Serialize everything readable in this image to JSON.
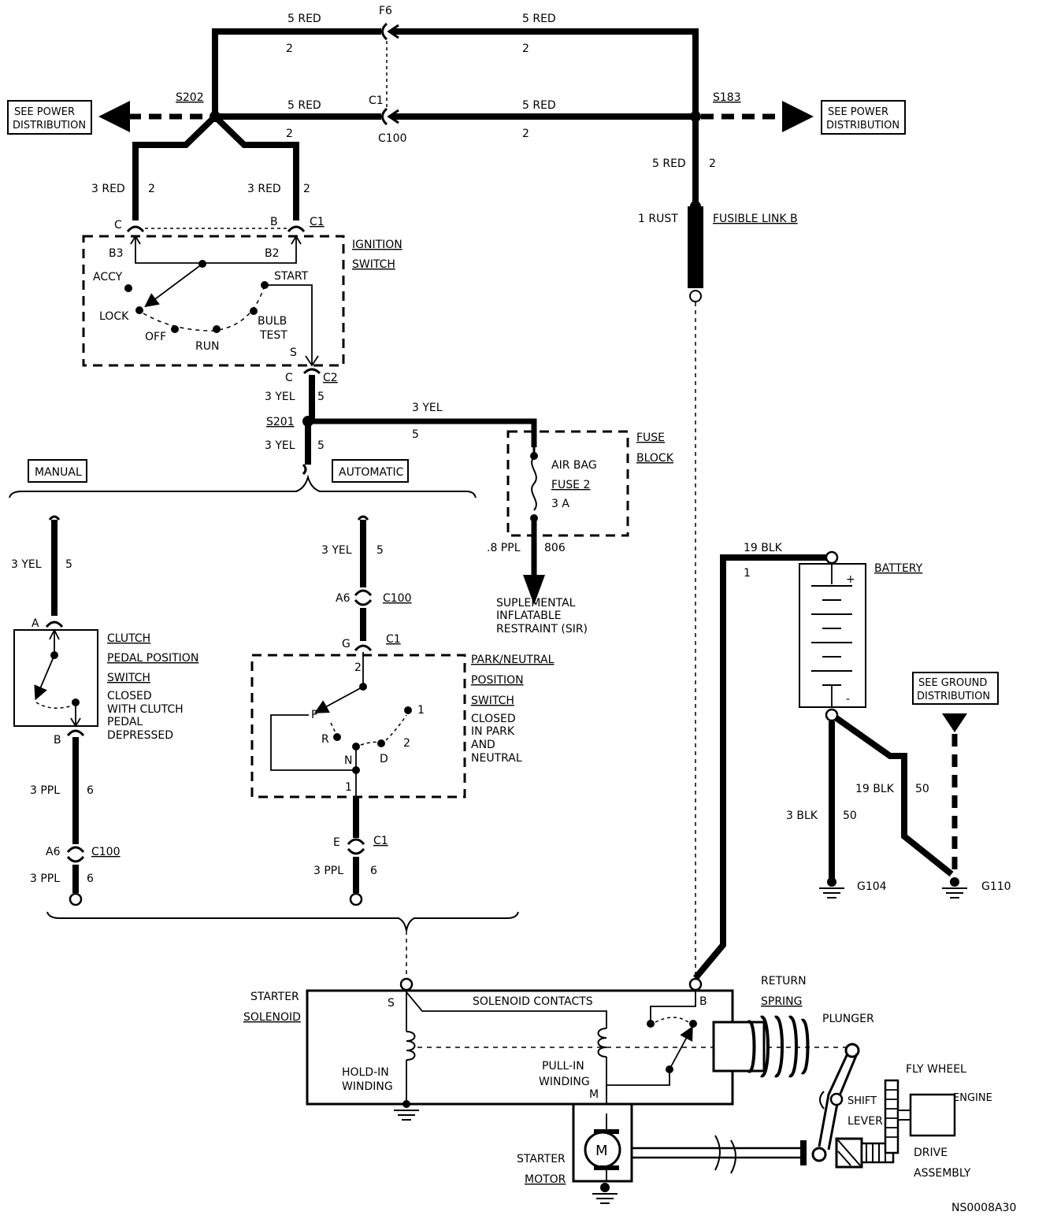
{
  "top": {
    "red5_left": "5 RED",
    "red5_right": "5 RED",
    "f6": "F6",
    "n2_left": "2",
    "n2_right": "2",
    "red5_mid_left": "5 RED",
    "red5_mid_right": "5 RED",
    "c1": "C1",
    "c100": "C100",
    "n2_mid_left": "2",
    "n2_mid_right": "2",
    "s202": "S202",
    "s183": "S183"
  },
  "power_left": {
    "line1": "SEE POWER",
    "line2": "DISTRIBUTION"
  },
  "power_right": {
    "line1": "SEE POWER",
    "line2": "DISTRIBUTION"
  },
  "fusible": {
    "wire": "5 RED",
    "wire_n": "2",
    "link_wire": "1 RUST",
    "link_label": "FUSIBLE LINK B"
  },
  "ign": {
    "wire_left": "3 RED",
    "n_left": "2",
    "wire_right": "3 RED",
    "n_right": "2",
    "pin_c": "C",
    "pin_b": "B",
    "conn_c1": "C1",
    "b3": "B3",
    "b2": "B2",
    "title1": "IGNITION",
    "title2": "SWITCH",
    "accy": "ACCY",
    "lock": "LOCK",
    "off": "OFF",
    "run": "RUN",
    "start": "START",
    "bulb": "BULB",
    "test": "TEST",
    "s": "S",
    "pin_c2": "C",
    "conn_c2": "C2"
  },
  "s201": {
    "wire_top": "3 YEL",
    "n_top": "5",
    "label": "S201",
    "wire_bot": "3 YEL",
    "n_bot": "5",
    "wire_right": "3 YEL",
    "n_right": "5"
  },
  "fuse_block": {
    "title1": "FUSE",
    "title2": "BLOCK",
    "fuse1": "AIR BAG",
    "fuse2": "FUSE 2",
    "amps": "3 A"
  },
  "sir": {
    "wire": ".8 PPL",
    "n": "806",
    "line1": "SUPLEMENTAL",
    "line2": "INFLATABLE",
    "line3": "RESTRAINT (SIR)"
  },
  "manual": {
    "tag": "MANUAL",
    "wire_top": "3 YEL",
    "n_top": "5",
    "pin_a": "A",
    "title1": "CLUTCH",
    "title2": "PEDAL POSITION",
    "title3": "SWITCH",
    "desc1": "CLOSED",
    "desc2": "WITH CLUTCH",
    "desc3": "PEDAL",
    "desc4": "DEPRESSED",
    "pin_b": "B",
    "wire_mid": "3 PPL",
    "n_mid": "6",
    "a6": "A6",
    "c100": "C100",
    "wire_bot": "3 PPL",
    "n_bot": "6"
  },
  "automatic": {
    "tag": "AUTOMATIC",
    "wire_top": "3 YEL",
    "n_top": "5",
    "a6": "A6",
    "c100": "C100",
    "pin_g": "G",
    "c1": "C1",
    "pin2": "2",
    "title1": "PARK/NEUTRAL",
    "title2": "POSITION",
    "title3": "SWITCH",
    "desc1": "CLOSED",
    "desc2": "IN PARK",
    "desc3": "AND",
    "desc4": "NEUTRAL",
    "p": "P",
    "r": "R",
    "n": "N",
    "d": "D",
    "g2": "2",
    "g1": "1",
    "pin1": "1",
    "pin_e": "E",
    "c1_bot": "C1",
    "wire_bot": "3 PPL",
    "n_bot": "6"
  },
  "battery": {
    "wire_top": "19 BLK",
    "n_top": "1",
    "title": "BATTERY",
    "plus": "+",
    "minus": "-",
    "wire_left": "3 BLK",
    "n_left": "50",
    "wire_right": "19 BLK",
    "n_right": "50",
    "g104": "G104",
    "g110": "G110",
    "ground1": "SEE GROUND",
    "ground2": "DISTRIBUTION"
  },
  "starter": {
    "title1": "STARTER",
    "title2": "SOLENOID",
    "s": "S",
    "contacts": "SOLENOID CONTACTS",
    "b": "B",
    "hold1": "HOLD-IN",
    "hold2": "WINDING",
    "pull1": "PULL-IN",
    "pull2": "WINDING",
    "m": "M",
    "return1": "RETURN",
    "return2": "SPRING",
    "plunger": "PLUNGER",
    "flywheel": "FLY WHEEL",
    "engine": "ENGINE",
    "shift1": "SHIFT",
    "shift2": "LEVER",
    "drive1": "DRIVE",
    "drive2": "ASSEMBLY",
    "motor1": "STARTER",
    "motor2": "MOTOR",
    "motor_m": "M"
  },
  "footer": {
    "code": "NS0008A30"
  }
}
